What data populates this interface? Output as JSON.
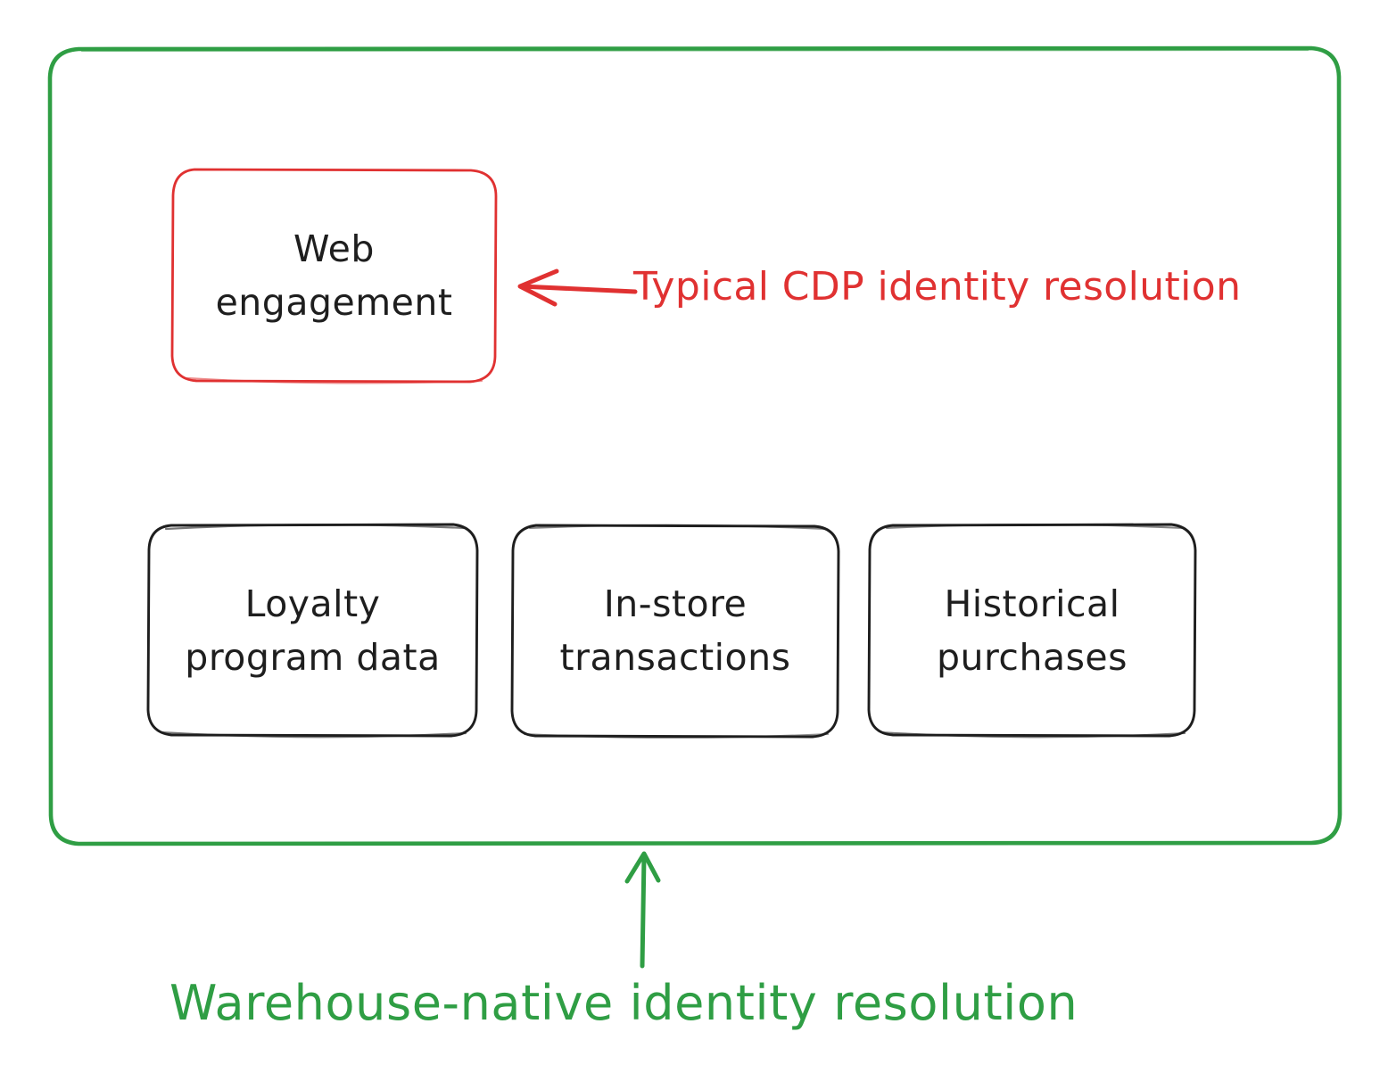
{
  "diagram": {
    "title_text_green": "Warehouse-native identity resolution",
    "annotation_red": "Typical CDP identity resolution",
    "colors": {
      "container_stroke": "#2f9e44",
      "highlight_box_stroke": "#e03131",
      "default_box_stroke": "#1e1e1e",
      "text": "#1e1e1e",
      "background": "#ffffff",
      "red_annotation": "#e03131",
      "green_annotation": "#2f9e44"
    },
    "container": {
      "name": "warehouse-container",
      "stroke_color": "#2f9e44"
    },
    "nodes": [
      {
        "id": "web-engagement",
        "line1": "Web",
        "line2": "engagement",
        "stroke_color": "#e03131",
        "highlighted": true
      },
      {
        "id": "loyalty-program-data",
        "line1": "Loyalty",
        "line2": "program data",
        "stroke_color": "#1e1e1e",
        "highlighted": false
      },
      {
        "id": "in-store-transactions",
        "line1": "In-store",
        "line2": "transactions",
        "stroke_color": "#1e1e1e",
        "highlighted": false
      },
      {
        "id": "historical-purchases",
        "line1": "Historical",
        "line2": "purchases",
        "stroke_color": "#1e1e1e",
        "highlighted": false
      }
    ],
    "arrows": [
      {
        "id": "red-arrow-to-web-engagement",
        "direction": "left",
        "color": "#e03131"
      },
      {
        "id": "green-arrow-to-container",
        "direction": "up",
        "color": "#2f9e44"
      }
    ]
  }
}
